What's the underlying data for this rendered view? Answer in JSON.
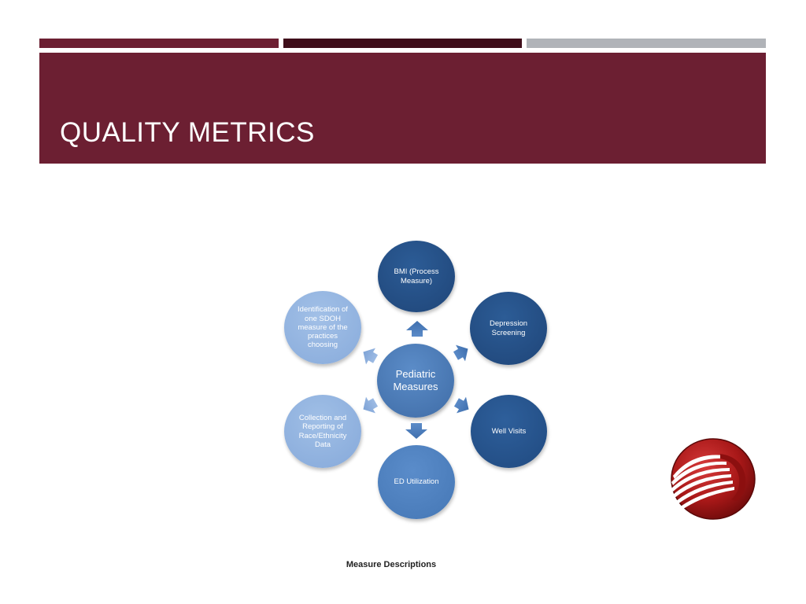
{
  "slide": {
    "title": "QUALITY METRICS",
    "caption": "Measure Descriptions",
    "colors": {
      "header_band": "#6c1f32",
      "bar_1": "#6c1f32",
      "bar_2": "#3f0e1a",
      "bar_3": "#b0b3b8"
    }
  },
  "diagram": {
    "center": {
      "label": "Pediatric Measures",
      "color": "#4a78b0"
    },
    "nodes": [
      {
        "id": "bmi",
        "label": "BMI (Process Measure)",
        "color": "#244f84"
      },
      {
        "id": "depression",
        "label": "Depression Screening",
        "color": "#244f84"
      },
      {
        "id": "well-visits",
        "label": "Well Visits",
        "color": "#25528a"
      },
      {
        "id": "ed-utilization",
        "label": "ED Utilization",
        "color": "#4d80bf"
      },
      {
        "id": "race-ethnicity",
        "label": "Collection and Reporting of Race/Ethnicity Data",
        "color": "#8fb2e0"
      },
      {
        "id": "sdoh",
        "label": "Identification of one SDOH measure of the practices choosing",
        "color": "#92b4e2"
      }
    ]
  },
  "logo": {
    "icon": "organization-logo-icon",
    "colors": {
      "outer": "#8e1212",
      "inner": "#c62a2a"
    }
  }
}
